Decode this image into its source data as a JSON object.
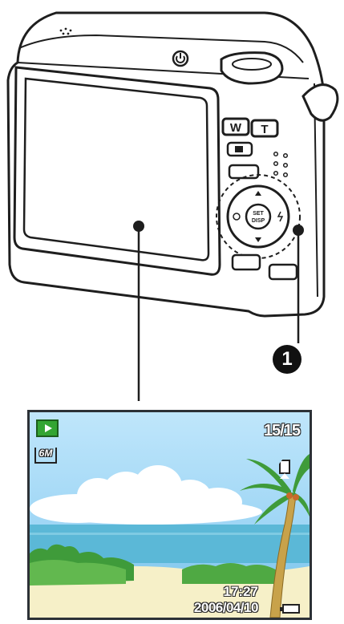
{
  "camera": {
    "zoom_wide_label": "W",
    "zoom_tele_label": "T",
    "set_label": "SET",
    "disp_label": "DISP"
  },
  "callout": {
    "number": "1"
  },
  "lcd": {
    "playback_icon": "playback-icon",
    "image_size": "6M",
    "counter": "15/15",
    "time": "17:27",
    "date": "2006/04/10",
    "card_icon": "memory-card-icon",
    "battery_icon": "battery-icon"
  },
  "colors": {
    "sky": "#9fd6f5",
    "sea": "#5bb8d7",
    "sand": "#f6f0c8",
    "palm_leaf": "#3f9b3a",
    "play_icon": "#33a532"
  }
}
